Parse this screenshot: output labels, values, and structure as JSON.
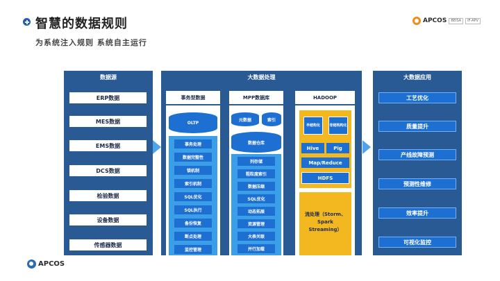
{
  "header": {
    "title": "智慧的数据规则",
    "subtitle": "为系统注入规则 系统自主运行",
    "logo_text": "APCOS",
    "badges": [
      "BEISA",
      "IF-APV"
    ]
  },
  "sources": {
    "title": "数据源",
    "items": [
      "ERP数据",
      "MES数据",
      "EMS数据",
      "DCS数据",
      "检验数据",
      "设备数据",
      "传感器数据"
    ]
  },
  "processing": {
    "title": "大数据处理",
    "transactional": {
      "title": "事务型数据",
      "db_label": "OLTP",
      "items": [
        "事务处理",
        "数据完整性",
        "锁机制",
        "索引机制",
        "SQL优化",
        "SQL执行",
        "备份恢复",
        "断点处理",
        "监控管理"
      ]
    },
    "mpp": {
      "title": "MPP数据库",
      "meta_label": "元数据",
      "index_label": "索引",
      "warehouse_label": "数据仓库",
      "items": [
        "列存储",
        "粗粒度索引",
        "数据压缩",
        "SQL优化",
        "动态拓展",
        "资源管理",
        "大表关联",
        "并行加载"
      ]
    },
    "hadoop": {
      "title": "HADOOP",
      "semi_structured": "半结构化",
      "unstructured": "非结构构化",
      "hive": "Hive",
      "pig": "Pig",
      "mapreduce": "Map/Reduce",
      "hdfs": "HDFS",
      "streaming": "流处理（Storm、Spark Streaming）"
    }
  },
  "applications": {
    "title": "大数据应用",
    "items": [
      "工艺优化",
      "质量提升",
      "产线故障预测",
      "预测性维修",
      "效率提升",
      "可视化监控"
    ]
  },
  "footer": {
    "logo_text": "APCOS"
  }
}
